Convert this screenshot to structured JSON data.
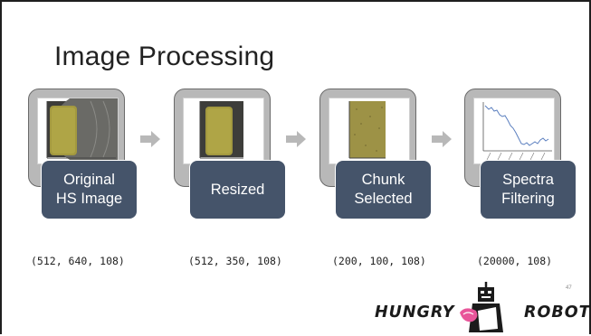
{
  "slide": {
    "title": "Image Processing",
    "steps": [
      {
        "label_line1": "Original",
        "label_line2": "HS Image",
        "dims": "(512, 640, 108)"
      },
      {
        "label_line1": "Resized",
        "label_line2": "",
        "dims": "(512, 350, 108)"
      },
      {
        "label_line1": "Chunk",
        "label_line2": "Selected",
        "dims": "(200, 100, 108)"
      },
      {
        "label_line1": "Spectra",
        "label_line2": "Filtering",
        "dims": "(20000, 108)"
      }
    ],
    "page_number": "47"
  },
  "logo": {
    "left_word": "HUNGRY",
    "right_word": "ROBOT"
  },
  "colors": {
    "card_bg": "#b8b8b8",
    "label_bg": "#45546a",
    "arrow": "#b8b8b8",
    "spectrum_line": "#5b7fbf"
  }
}
